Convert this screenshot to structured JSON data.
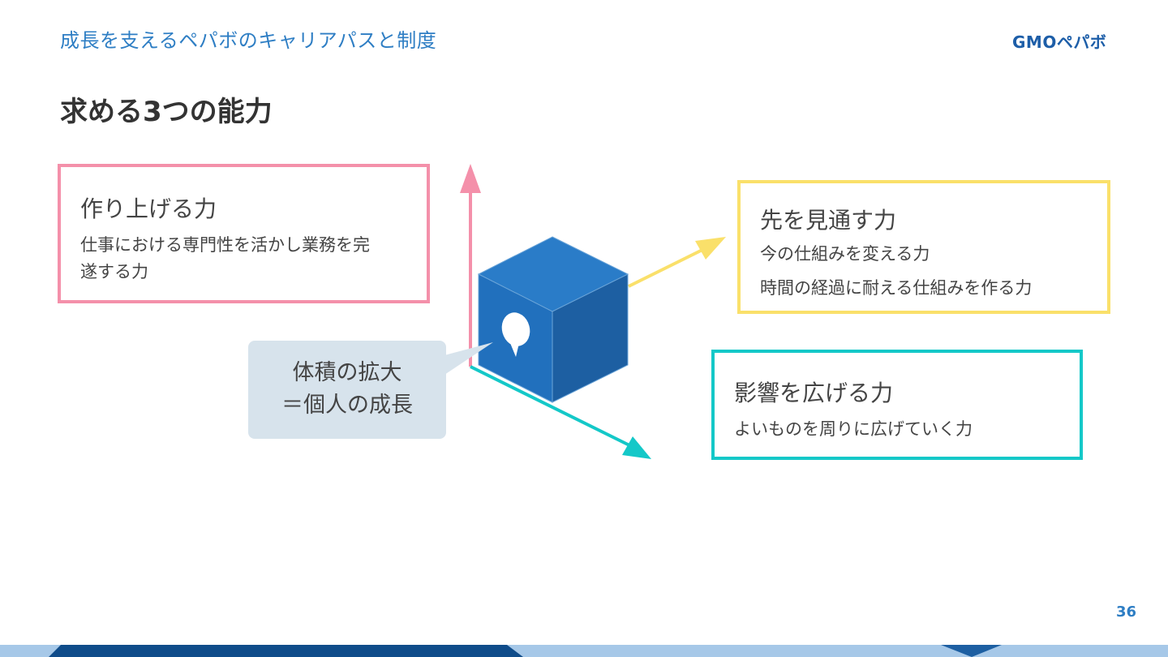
{
  "header": {
    "subtitle": "成長を支えるペパボのキャリアパスと制度",
    "logo_text": "GMOペパボ"
  },
  "page_title": "求める3つの能力",
  "abilities": {
    "create": {
      "title": "作り上げる力",
      "lines": [
        "仕事における専門性を活かし業務を完",
        "遂する力"
      ]
    },
    "vision": {
      "title": "先を見通す力",
      "lines": [
        "今の仕組みを変える力",
        "時間の経過に耐える仕組みを作る力"
      ]
    },
    "influence": {
      "title": "影響を広げる力",
      "lines": [
        "よいものを周りに広げていく力"
      ]
    }
  },
  "callout": {
    "line1": "体積の拡大",
    "line2": "＝個人の成長"
  },
  "footer": {
    "page_number": "36"
  },
  "colors": {
    "accent_blue": "#2e7ec4",
    "pink": "#f490aa",
    "yellow": "#fae06a",
    "teal": "#14c8c8",
    "cube_top": "#2a7cc8",
    "cube_left": "#2170bd",
    "cube_right": "#1d5fa2",
    "callout_bg": "#d7e3ec",
    "footer_dark": "#0f4c8a",
    "footer_light": "#a6c8e8"
  },
  "icons": {
    "cube_icon": "speech-bubble-icon"
  }
}
